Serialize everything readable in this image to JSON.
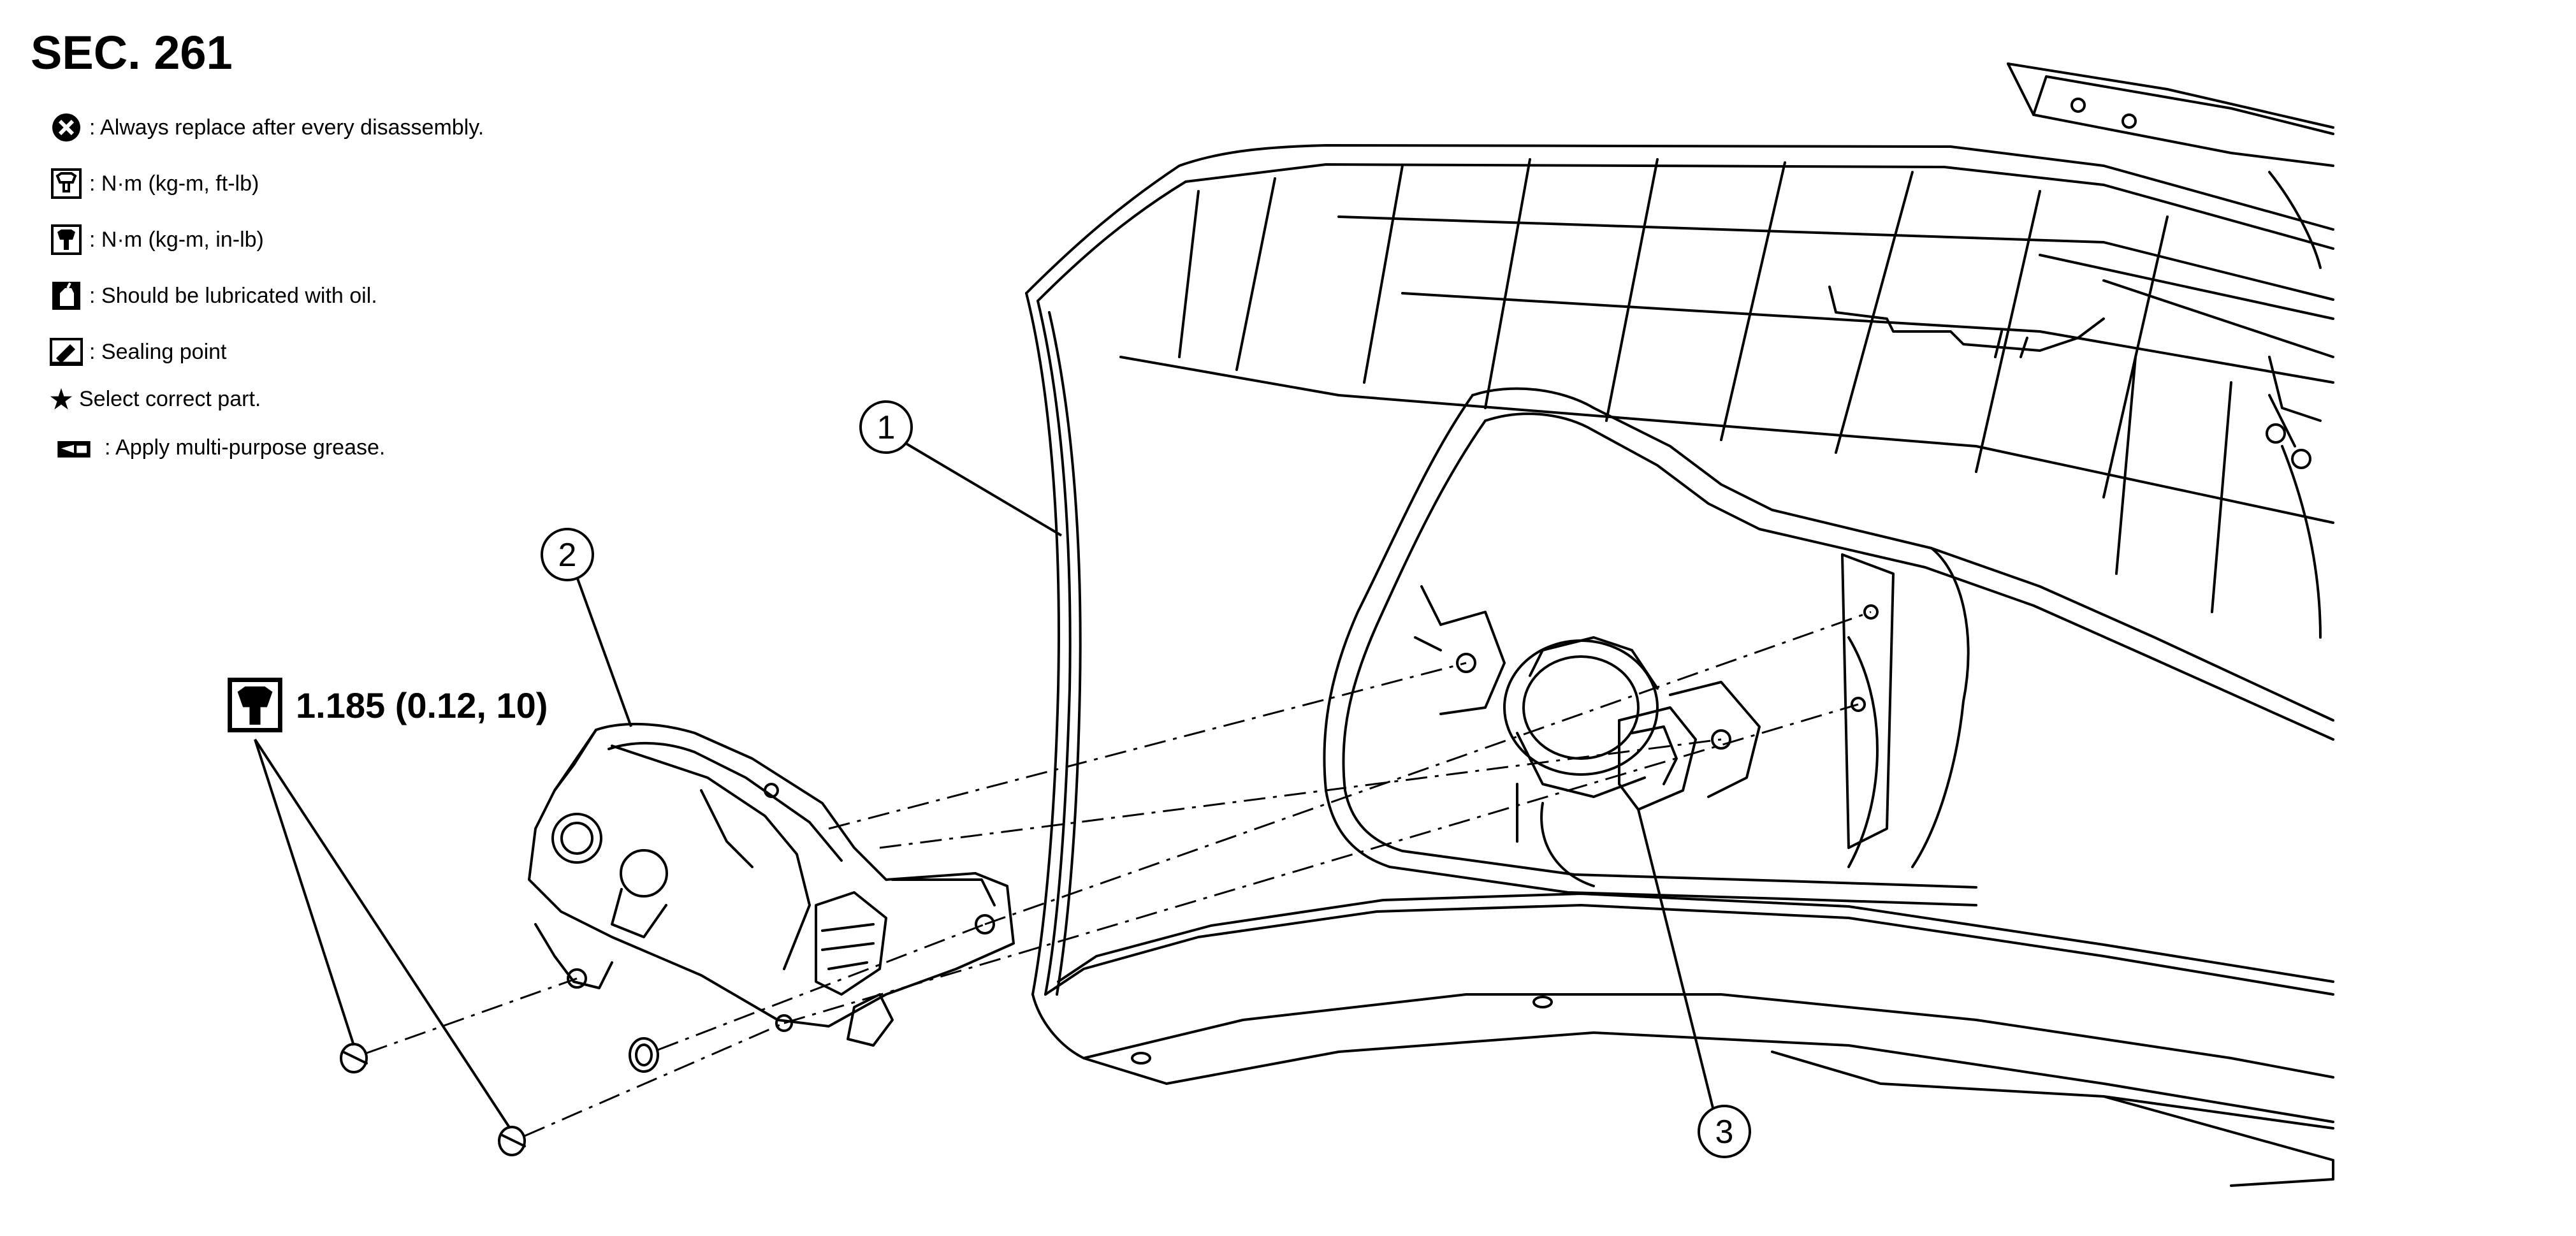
{
  "section_title": "SEC. 261",
  "legend": [
    {
      "icon": "always-replace-icon",
      "text": ": Always replace after every disassembly."
    },
    {
      "icon": "torque-ft-lb-icon",
      "text": ": N·m (kg-m, ft-lb)"
    },
    {
      "icon": "torque-in-lb-icon",
      "text": ": N·m (kg-m, in-lb)"
    },
    {
      "icon": "oil-can-icon",
      "text": ": Should be lubricated with oil."
    },
    {
      "icon": "sealing-point-icon",
      "text": ": Sealing point"
    },
    {
      "icon": "star-icon",
      "text": "Select correct part."
    },
    {
      "icon": "grease-icon",
      "text": ": Apply multi-purpose grease."
    }
  ],
  "torque_spec": {
    "icon": "torque-in-lb-icon",
    "value": "1.185 (0.12, 10)"
  },
  "callouts": [
    {
      "number": "1",
      "part": "front-bumper-fascia"
    },
    {
      "number": "2",
      "part": "fog-lamp-assembly"
    },
    {
      "number": "3",
      "part": "fog-lamp-bulb-socket"
    }
  ]
}
